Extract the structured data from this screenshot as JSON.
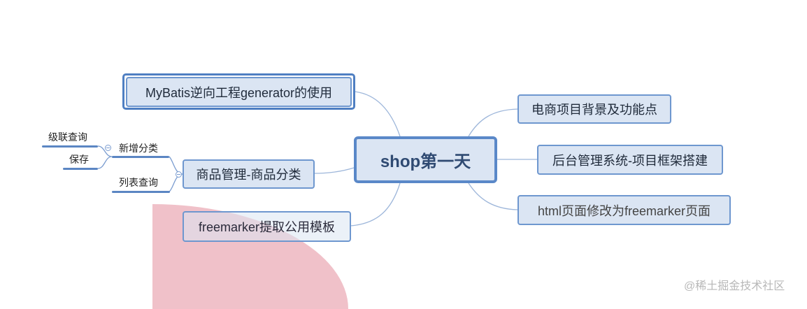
{
  "root": {
    "label": "shop第一天"
  },
  "left_nodes": [
    {
      "label": "MyBatis逆向工程generator的使用"
    },
    {
      "label": "商品管理-商品分类",
      "children": [
        {
          "label": "新增分类",
          "children": [
            {
              "label": "级联查询"
            },
            {
              "label": "保存"
            }
          ]
        },
        {
          "label": "列表查询"
        }
      ]
    },
    {
      "label": "freemarker提取公用模板"
    }
  ],
  "right_nodes": [
    {
      "label": "电商项目背景及功能点"
    },
    {
      "label": "后台管理系统-项目框架搭建"
    },
    {
      "label": "html页面修改为freemarker页面"
    }
  ],
  "watermark": "@稀土掘金技术社区",
  "colors": {
    "node_fill": "#dbe5f3",
    "node_border": "#6e97cf",
    "line": "#9db6da"
  }
}
